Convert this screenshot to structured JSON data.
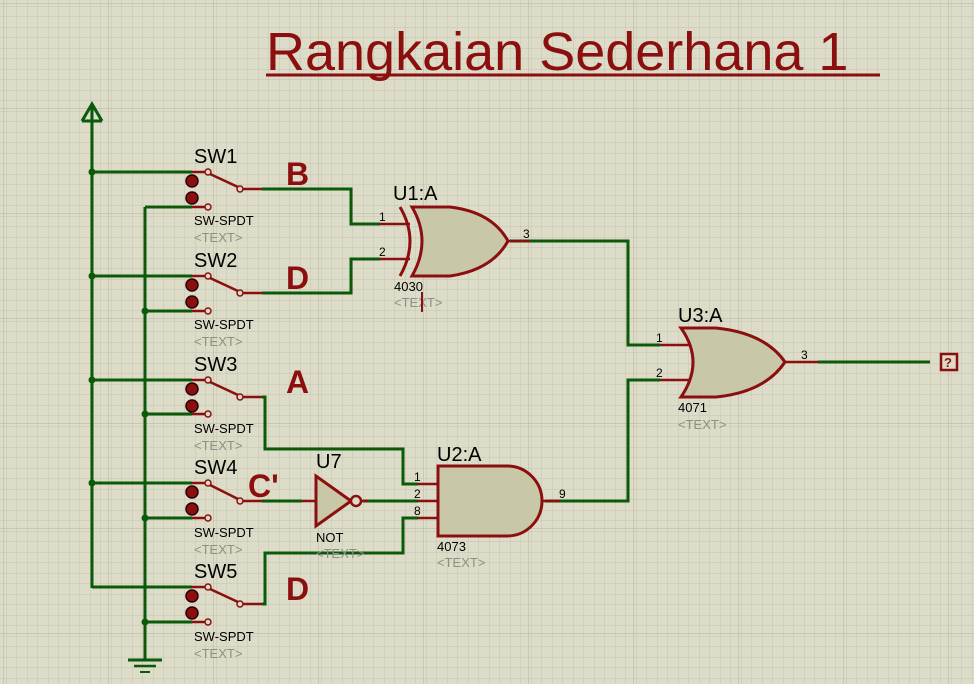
{
  "title": "Rangkaian Sederhana 1",
  "text_placeholder": "<TEXT>",
  "colors": {
    "background": "#dcdcc8",
    "wire": "#0a5a0a",
    "component": "#8b0f0f",
    "gate_fill": "#c8c8a8"
  },
  "switches": [
    {
      "ref": "SW1",
      "type": "SW-SPDT",
      "net_label": "B"
    },
    {
      "ref": "SW2",
      "type": "SW-SPDT",
      "net_label": "D"
    },
    {
      "ref": "SW3",
      "type": "SW-SPDT",
      "net_label": "A"
    },
    {
      "ref": "SW4",
      "type": "SW-SPDT",
      "net_label": "C'"
    },
    {
      "ref": "SW5",
      "type": "SW-SPDT",
      "net_label": "D"
    }
  ],
  "gates": {
    "u1": {
      "ref": "U1:A",
      "part": "4030",
      "pins": [
        "1",
        "2",
        "3"
      ]
    },
    "u2": {
      "ref": "U2:A",
      "part": "4073",
      "pins": [
        "1",
        "2",
        "8",
        "9"
      ]
    },
    "u3": {
      "ref": "U3:A",
      "part": "4071",
      "pins": [
        "1",
        "2",
        "3"
      ]
    },
    "u7": {
      "ref": "U7",
      "part": "NOT"
    }
  },
  "output_probe": "?"
}
